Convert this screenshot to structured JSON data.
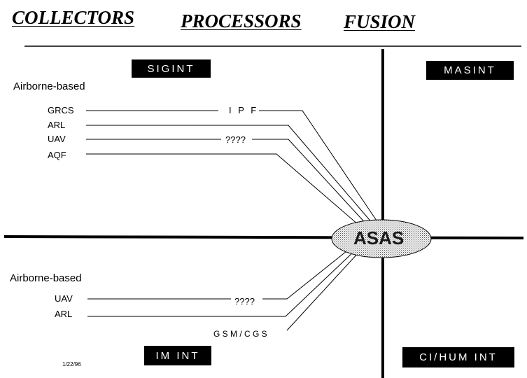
{
  "headers": {
    "collectors": "COLLECTORS",
    "processors": "PROCESSORS",
    "fusion": "FUSION"
  },
  "quadrants": {
    "top_left": "SIGINT",
    "top_right": "MASINT",
    "bottom_left": "IM INT",
    "bottom_right": "CI/HUM INT"
  },
  "sigint": {
    "section_label": "Airborne-based",
    "collectors": [
      "GRCS",
      "ARL",
      "UAV",
      "AQF"
    ],
    "processor_ipf": "I P F",
    "processor_unknown": "????"
  },
  "imint": {
    "section_label": "Airborne-based",
    "collectors": [
      "UAV",
      "ARL"
    ],
    "processor_unknown": "????",
    "processor_gsm": "G S M / C G S"
  },
  "fusion_center": "ASAS",
  "date": "1/22/96"
}
